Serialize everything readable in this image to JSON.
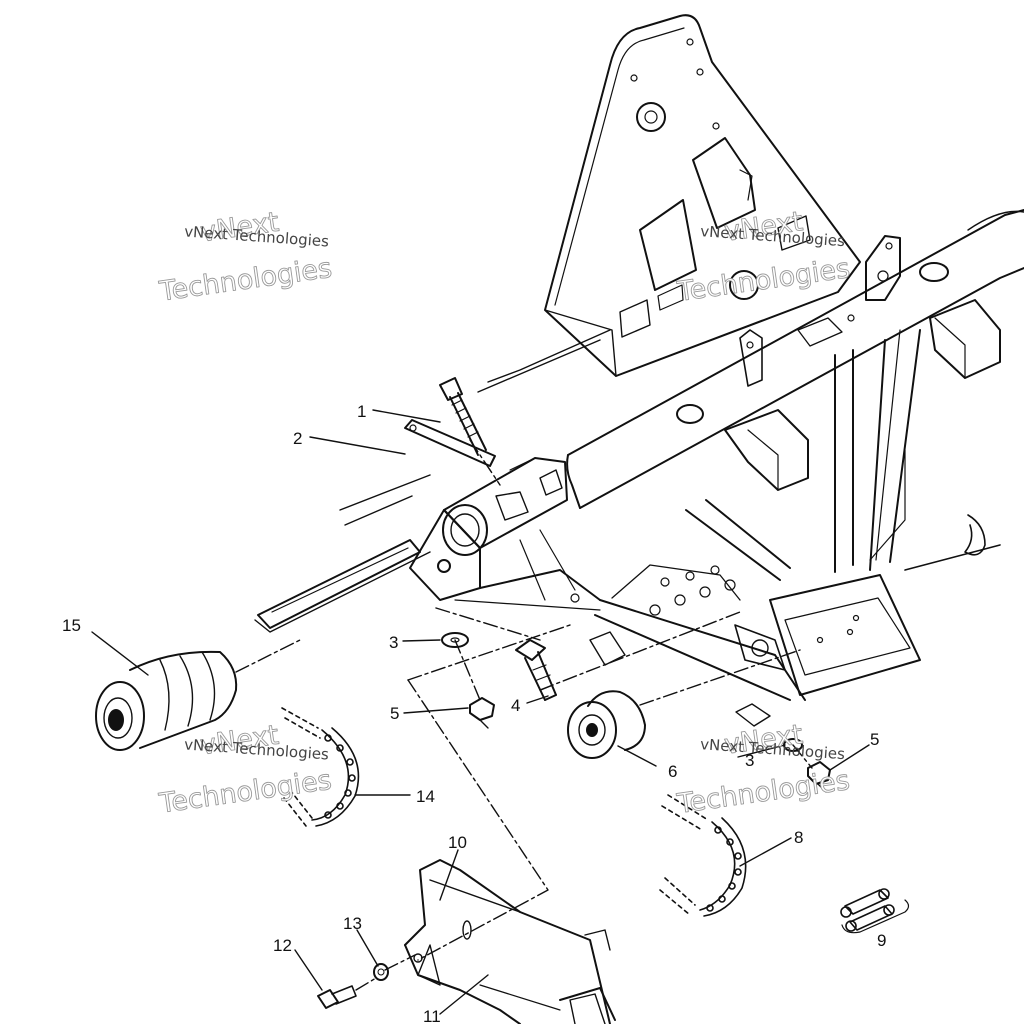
{
  "diagram": {
    "callouts": [
      "1",
      "2",
      "3",
      "4",
      "5",
      "6",
      "3",
      "5",
      "8",
      "9",
      "10",
      "11",
      "12",
      "13",
      "14",
      "15"
    ]
  },
  "watermark": {
    "small": "vNext Technologies",
    "large_top": "vNext",
    "large_bottom": "Technologies"
  }
}
